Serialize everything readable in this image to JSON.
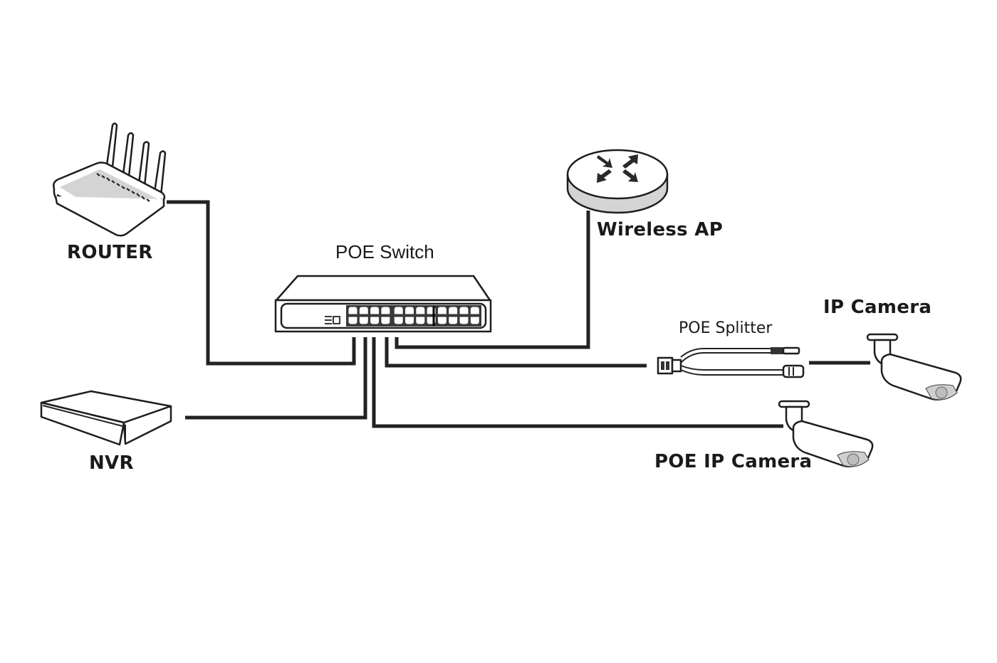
{
  "title": "POE Switch network topology",
  "colors": {
    "background": "#ffffff",
    "line": "#222222",
    "device_fill": "#ffffff",
    "device_shade": "#d6d6d6"
  },
  "devices": {
    "router": {
      "label": "ROUTER",
      "icon": "router-icon"
    },
    "switch": {
      "label": "POE Switch",
      "icon": "poe-switch-icon"
    },
    "wireless_ap": {
      "label": "Wireless AP",
      "icon": "wireless-ap-icon"
    },
    "splitter": {
      "label": "POE Splitter",
      "icon": "poe-splitter-icon"
    },
    "ip_camera": {
      "label": "IP Camera",
      "icon": "ip-camera-icon"
    },
    "nvr": {
      "label": "NVR",
      "icon": "nvr-icon"
    },
    "poe_ip_camera": {
      "label": "POE IP Camera",
      "icon": "poe-ip-camera-icon"
    }
  },
  "connections": [
    {
      "from": "router",
      "to": "switch"
    },
    {
      "from": "nvr",
      "to": "switch"
    },
    {
      "from": "switch",
      "to": "poe_ip_camera"
    },
    {
      "from": "switch",
      "to": "splitter"
    },
    {
      "from": "splitter",
      "to": "ip_camera"
    },
    {
      "from": "switch",
      "to": "wireless_ap"
    }
  ]
}
